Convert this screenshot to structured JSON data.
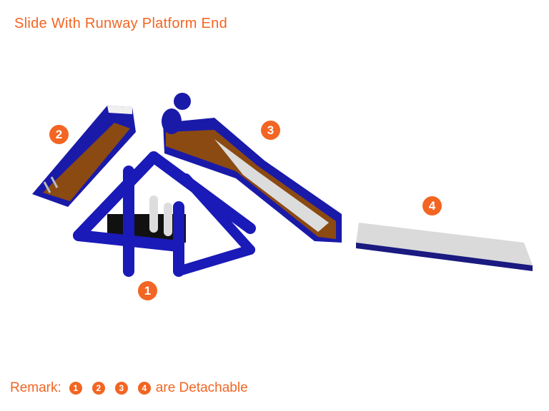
{
  "title": "Slide With Runway Platform End",
  "badges": [
    "1",
    "2",
    "3",
    "4"
  ],
  "remark": {
    "label": "Remark:",
    "suffix": "are Detachable"
  },
  "colors": {
    "accent": "#F26522",
    "blue": "#1a1aa8",
    "brown": "#8B4A12",
    "gray": "#d8d8d8"
  }
}
